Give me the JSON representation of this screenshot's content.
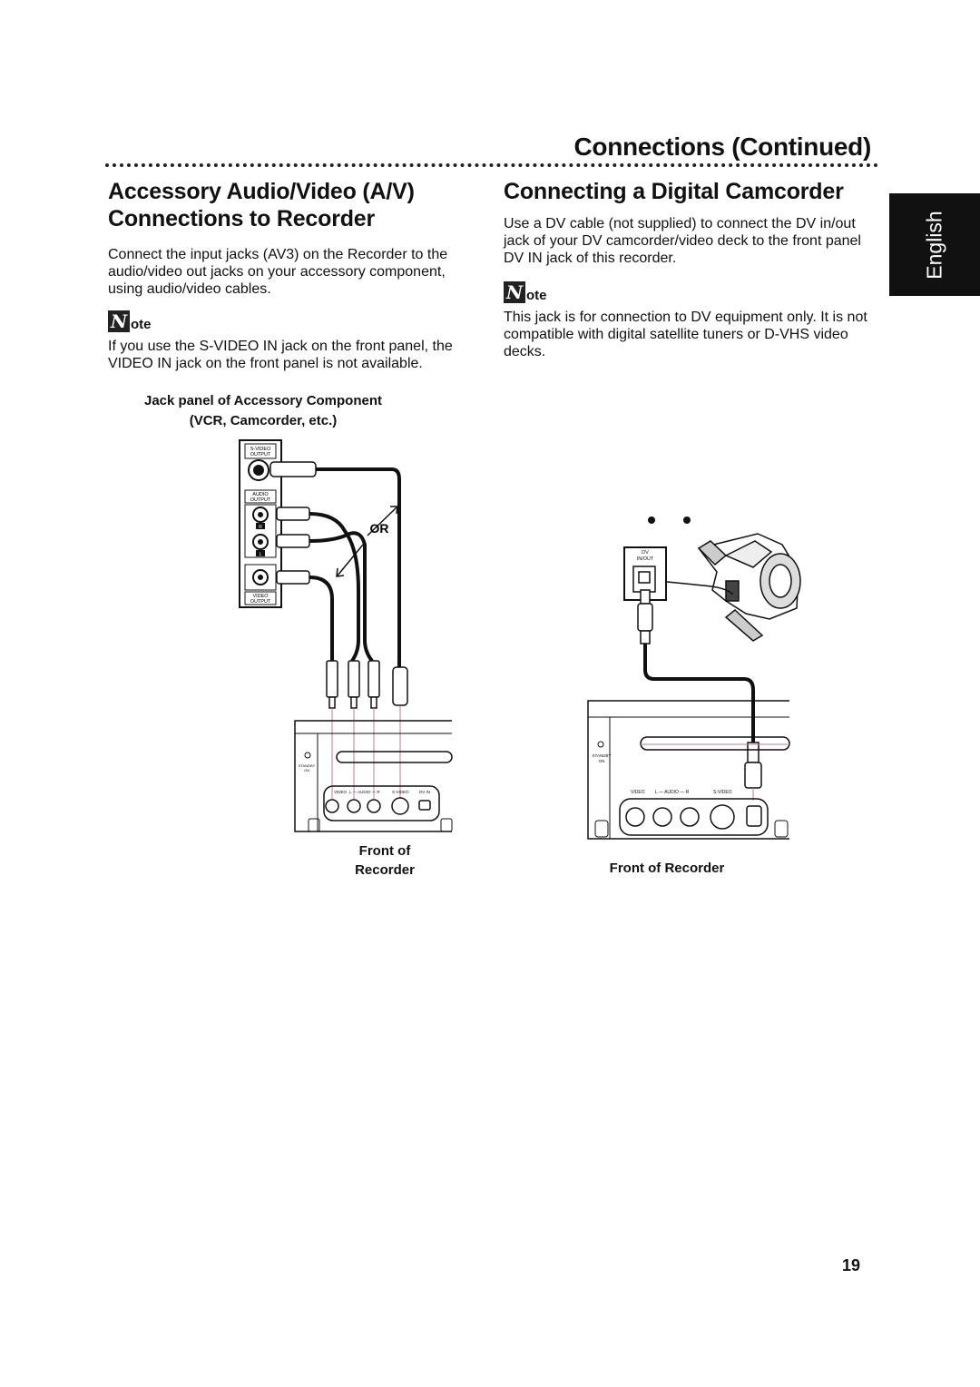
{
  "page": {
    "header": "Connections (Continued)",
    "language_tab": "English",
    "page_number": "19"
  },
  "left": {
    "title_line1": "Accessory Audio/Video (A/V)",
    "title_line2": "Connections to Recorder",
    "body": "Connect the input jacks (AV3) on the Recorder to the audio/video out jacks on your accessory component, using audio/video cables.",
    "note_label": "ote",
    "note_text": "If you use the S-VIDEO IN jack on the front panel, the VIDEO IN jack on the front panel is not available.",
    "diagram": {
      "caption_line1": "Jack panel of Accessory Component",
      "caption_line2": "(VCR, Camcorder, etc.)",
      "svideo_output": [
        "S-VIDEO",
        "OUTPUT"
      ],
      "audio_output": [
        "AUDIO",
        "OUTPUT"
      ],
      "video_output": [
        "VIDEO",
        "OUTPUT"
      ],
      "jack_r": "R",
      "jack_l": "L",
      "or_label": "OR",
      "recorder_standby": [
        "STANDBY",
        "ON"
      ],
      "recorder_jacks": [
        "VIDEO",
        "L — AUDIO — R",
        "S-VIDEO",
        "DV IN"
      ],
      "bottom_caption_line1": "Front of",
      "bottom_caption_line2": "Recorder"
    }
  },
  "right": {
    "title": "Connecting a Digital Camcorder",
    "body": "Use a DV cable (not supplied) to connect the DV in/out jack of your DV camcorder/video deck to the front panel DV IN jack of this recorder.",
    "note_label": "ote",
    "note_text": "This jack is for connection to DV equipment only. It is not compatible with digital satellite tuners or D-VHS video decks.",
    "diagram": {
      "dv_label": [
        "DV",
        "IN/OUT"
      ],
      "recorder_standby": [
        "STANDBY",
        "ON"
      ],
      "recorder_jacks": [
        "VIDEO",
        "L — AUDIO — R",
        "S-VIDEO"
      ],
      "bottom_caption": "Front of Recorder"
    }
  },
  "colors": {
    "ink": "#111111",
    "cable_pink": "#c07898",
    "tab_bg": "#111111"
  },
  "icons": {
    "note": "note-n-icon",
    "camcorder": "camcorder-illustration"
  }
}
